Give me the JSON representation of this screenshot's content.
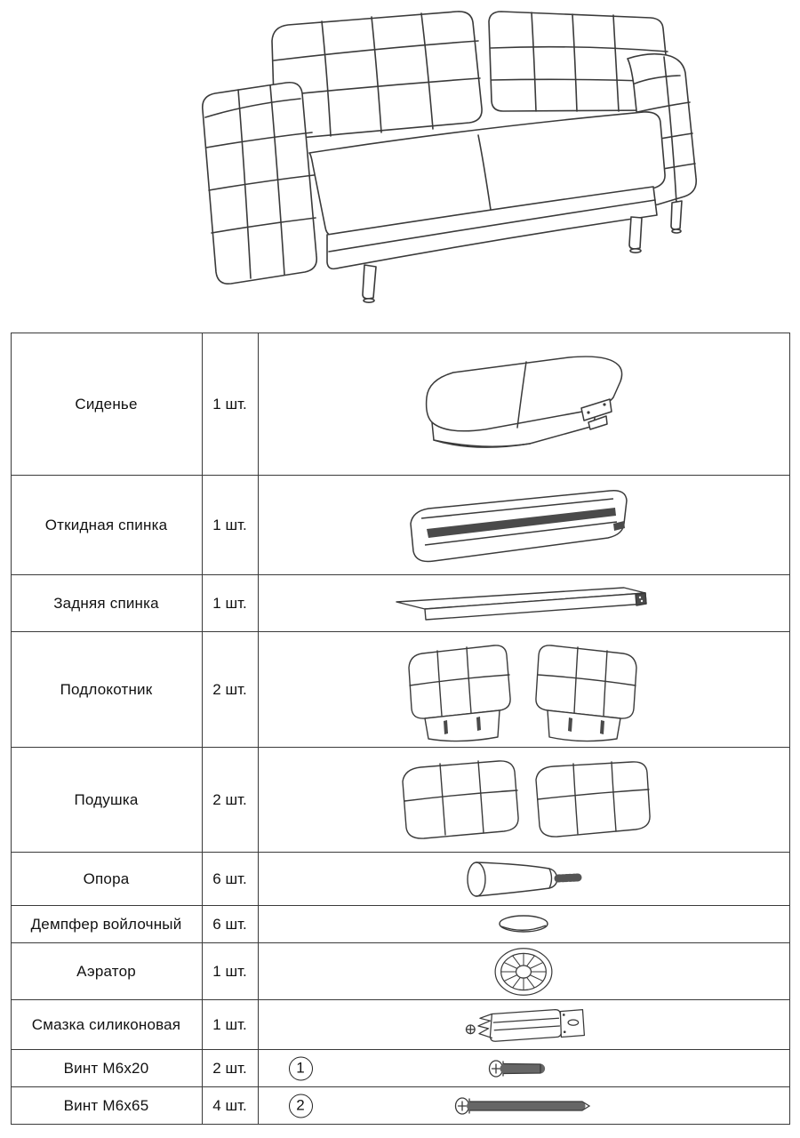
{
  "page": {
    "background": "#ffffff",
    "line_color": "#3a3a3a",
    "text_color": "#111111"
  },
  "hero": {
    "icon": "sofa-line-drawing"
  },
  "parts_table": {
    "rows": [
      {
        "name": "Сиденье",
        "qty": "1 шт.",
        "marker": "",
        "icon": "seat-illustration"
      },
      {
        "name": "Откидная спинка",
        "qty": "1 шт.",
        "marker": "",
        "icon": "folding-backrest-illustration"
      },
      {
        "name": "Задняя спинка",
        "qty": "1 шт.",
        "marker": "",
        "icon": "rear-panel-illustration"
      },
      {
        "name": "Подлокотник",
        "qty": "2 шт.",
        "marker": "",
        "icon": "armrest-illustration"
      },
      {
        "name": "Подушка",
        "qty": "2 шт.",
        "marker": "",
        "icon": "cushion-illustration"
      },
      {
        "name": "Опора",
        "qty": "6 шт.",
        "marker": "",
        "icon": "leg-illustration"
      },
      {
        "name": "Демпфер войлочный",
        "qty": "6 шт.",
        "marker": "",
        "icon": "felt-damper-illustration"
      },
      {
        "name": "Аэратор",
        "qty": "1 шт.",
        "marker": "",
        "icon": "aerator-illustration"
      },
      {
        "name": "Смазка силиконовая",
        "qty": "1 шт.",
        "marker": "",
        "icon": "silicone-grease-illustration"
      },
      {
        "name": "Винт М6х20",
        "qty": "2 шт.",
        "marker": "1",
        "icon": "screw-m6x20-illustration"
      },
      {
        "name": "Винт М6х65",
        "qty": "4 шт.",
        "marker": "2",
        "icon": "screw-m6x65-illustration"
      }
    ]
  }
}
